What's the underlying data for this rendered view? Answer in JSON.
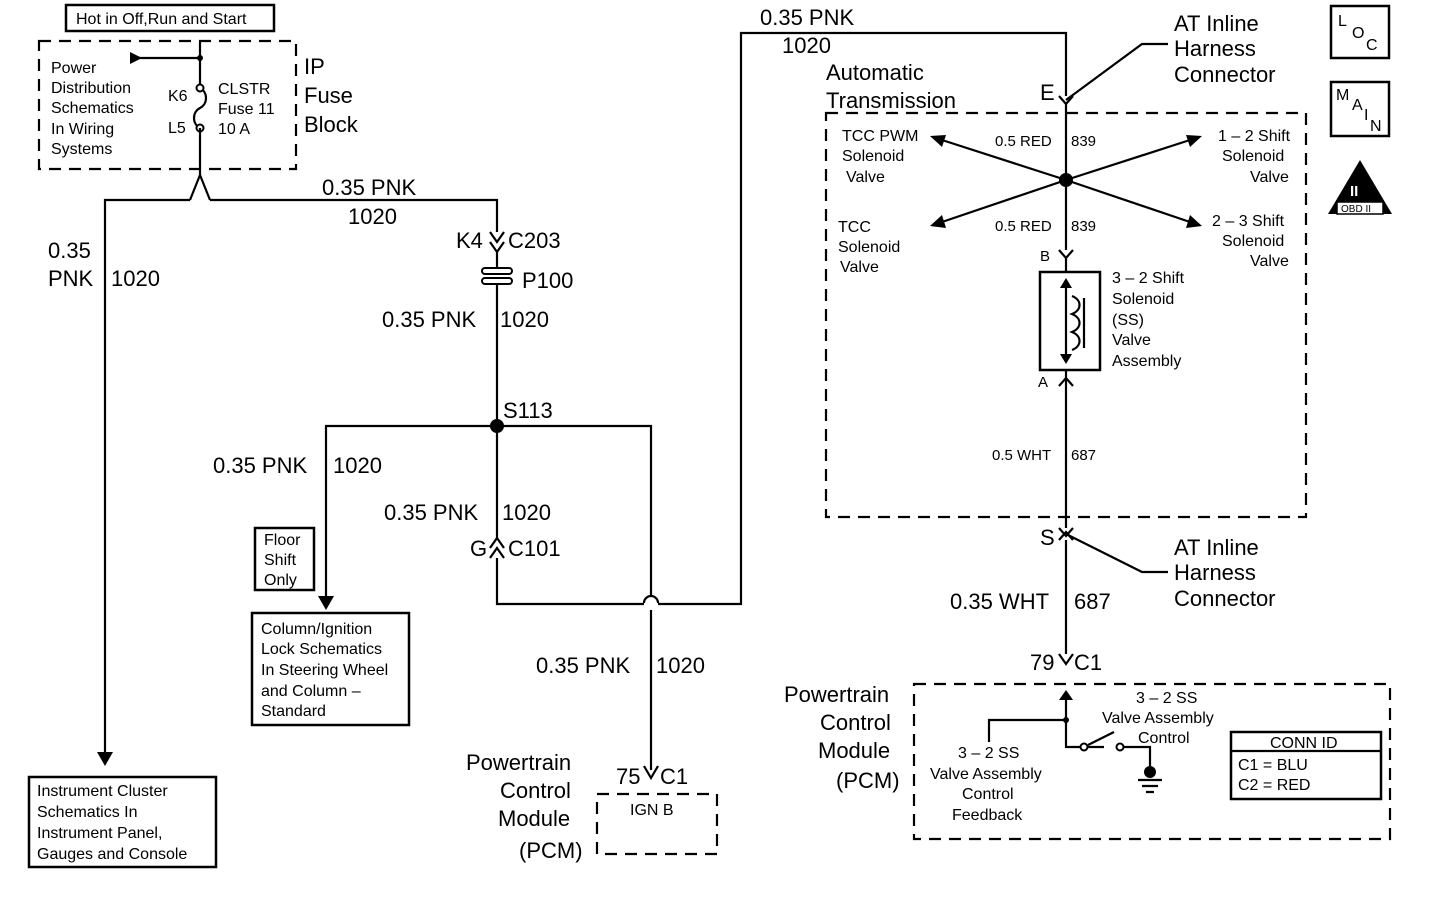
{
  "hot_label": "Hot in Off,Run and Start",
  "pd_box": {
    "lines": [
      "Power",
      "Distribution",
      "Schematics",
      "In Wiring",
      "Systems"
    ],
    "k6": "K6",
    "l5": "L5",
    "fuse_lines": [
      "CLSTR",
      "Fuse 11",
      "10 A"
    ],
    "block_lines": [
      "IP",
      "Fuse",
      "Block"
    ]
  },
  "wires": {
    "left_top_gauge": "0.35 PNK",
    "left_top_circuit": "1020",
    "left_gauge_a": "0.35",
    "left_gauge_b": "PNK",
    "left_circuit": "1020",
    "to_s113": "0.35 PNK",
    "to_s113_circuit": "1020",
    "to_floor": "0.35 PNK",
    "to_floor_circuit": "1020",
    "s113_down": "0.35 PNK",
    "s113_down_circuit": "1020",
    "pcm_branch": "0.35 PNK",
    "pcm_branch_circuit": "1020",
    "top_right": "0.35 PNK",
    "top_right_circuit": "1020",
    "bottom_right": "0.35 WHT",
    "bottom_right_circuit": "687"
  },
  "connectors": {
    "k4": "K4",
    "c203": "C203",
    "p100": "P100",
    "s113": "S113",
    "g": "G",
    "c101": "C101",
    "pin75": "75",
    "c1_left": "C1",
    "pin79": "79",
    "c1_right": "C1",
    "e": "E",
    "s": "S",
    "b": "B",
    "a": "A"
  },
  "floor_shift": [
    "Floor",
    "Shift",
    "Only"
  ],
  "column_box": [
    "Column/Ignition",
    "Lock Schematics",
    "In Steering Wheel",
    "and Column –",
    "Standard"
  ],
  "cluster_box": [
    "Instrument Cluster",
    "Schematics In",
    "Instrument Panel,",
    "Gauges and Console"
  ],
  "pcm_left": {
    "label": [
      "Powertrain",
      "Control",
      "Module",
      "(PCM)"
    ],
    "ign": "IGN B"
  },
  "at_harness_top": [
    "AT Inline",
    "Harness",
    "Connector"
  ],
  "at_harness_bottom": [
    "AT Inline",
    "Harness",
    "Connector"
  ],
  "auto_trans": [
    "Automatic",
    "Transmission"
  ],
  "trans_box": {
    "red_top": "0.5 RED",
    "red_top_circuit": "839",
    "red_bottom": "0.5 RED",
    "red_bottom_circuit": "839",
    "wht": "0.5 WHT",
    "wht_circuit": "687",
    "tcc_pwm": [
      "TCC PWM",
      "Solenoid",
      "Valve"
    ],
    "tcc": [
      "TCC",
      "Solenoid",
      "Valve"
    ],
    "shift12": [
      "1 – 2 Shift",
      "Solenoid",
      "Valve"
    ],
    "shift23": [
      "2 – 3 Shift",
      "Solenoid",
      "Valve"
    ],
    "shift32": [
      "3 – 2 Shift",
      "Solenoid",
      "(SS)",
      "Valve",
      "Assembly"
    ]
  },
  "pcm_right": {
    "label": [
      "Powertrain",
      "Control",
      "Module",
      "(PCM)"
    ],
    "control": [
      "3 – 2 SS",
      "Valve Assembly",
      "Control"
    ],
    "feedback": [
      "3 – 2 SS",
      "Valve Assembly",
      "Control",
      "Feedback"
    ],
    "conn_id_title": "CONN ID",
    "conn_c1": "C1 = BLU",
    "conn_c2": "C2 = RED"
  },
  "badges": {
    "loc": [
      "L",
      "O",
      "C"
    ],
    "main": [
      "M",
      "A",
      "I",
      "N"
    ],
    "obd_roman": "II",
    "obd_text": "OBD II"
  }
}
